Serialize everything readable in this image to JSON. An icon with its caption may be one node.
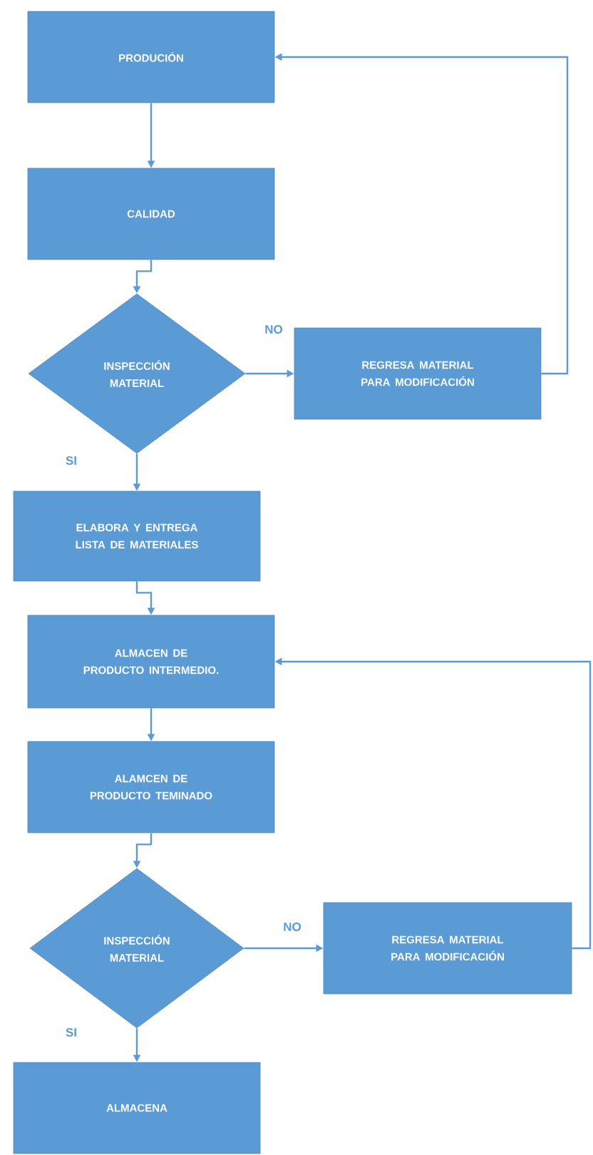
{
  "diagram": {
    "nodes": [
      {
        "text": [
          "PRODUCIÓN"
        ]
      },
      {
        "text": [
          "CALIDAD"
        ]
      },
      {
        "text": [
          "INSPECCIÓN MATERIAL"
        ]
      },
      {
        "text": [
          "REGRESA MATERIAL PARA MODIFICACIÓN"
        ]
      },
      {
        "text": [
          "ELABORA Y ENTREGA LISTA DE MATERIALES"
        ]
      },
      {
        "text": [
          "ALMACEN DE PRODUCTO INTERMEDIO."
        ]
      },
      {
        "text": [
          "ALAMCEN DE PRODUCTO TEMINADO"
        ]
      },
      {
        "text": [
          "INSPECCIÓN MATERIAL"
        ]
      },
      {
        "text": [
          "REGRESA MATERIAL PARA MODIFICACIÓN"
        ]
      },
      {
        "text": [
          "ALMACENA"
        ]
      }
    ],
    "edges": [
      {
        "from": 0,
        "to": 1,
        "arrow": "to"
      },
      {
        "from": 1,
        "to": 2,
        "arrow": "to"
      },
      {
        "from": 2,
        "to": 3,
        "arrow": "to",
        "label": "NO"
      },
      {
        "from": 3,
        "to": 0,
        "arrow": "to"
      },
      {
        "from": 2,
        "to": 4,
        "arrow": "to",
        "label": "SI"
      },
      {
        "from": 4,
        "to": 5,
        "arrow": "to"
      },
      {
        "from": 5,
        "to": 6,
        "arrow": "to"
      },
      {
        "from": 6,
        "to": 7,
        "arrow": "to"
      },
      {
        "from": 7,
        "to": 8,
        "arrow": "to",
        "label": "NO"
      },
      {
        "from": 8,
        "to": 5,
        "arrow": "to"
      },
      {
        "from": 7,
        "to": 9,
        "arrow": "to",
        "label": "SI"
      }
    ]
  }
}
